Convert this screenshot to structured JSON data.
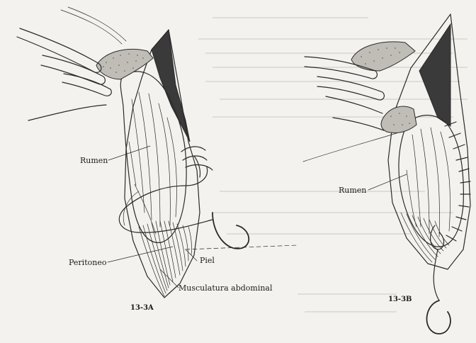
{
  "labels": {
    "fig_a": {
      "rumen": "Rumen",
      "peritoneo": "Peritoneo",
      "piel": "Piel",
      "musculatura": "Musculatura abdominal",
      "caption": "13-3A"
    },
    "fig_b": {
      "rumen": "Rumen",
      "caption": "13-3B"
    }
  },
  "colors": {
    "ink": "#2a2a2a",
    "paper": "#f3f2ee",
    "shadow": "#3a3a3a"
  }
}
